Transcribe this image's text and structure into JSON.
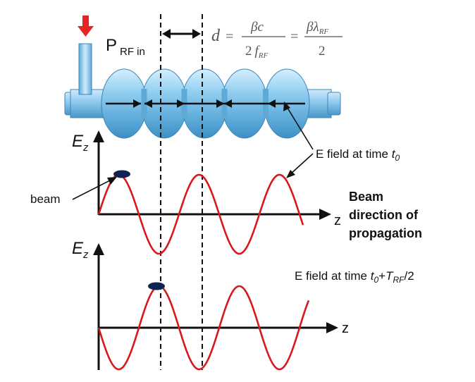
{
  "labels": {
    "power_main": "P",
    "power_sub": "RF in",
    "d_formula": {
      "d": "d",
      "eq1": "=",
      "num1": "βc",
      "den1_coef": "2",
      "den1_f": "f",
      "den1_sub": "RF",
      "eq2": "=",
      "num2": "βλ",
      "num2_sub": "RF",
      "den2": "2"
    },
    "axis_top_E": "E",
    "axis_top_sub": "z",
    "axis_bottom_E": "E",
    "axis_bottom_sub": "z",
    "z_top": "z",
    "z_bottom": "z",
    "beam": "beam",
    "efield_t0_prefix": "E field at time ",
    "efield_t0_t": "t",
    "efield_t0_sub": "0",
    "beam_dir_line1": "Beam",
    "beam_dir_line2": "direction of",
    "beam_dir_line3": "propagation",
    "efield_t1_prefix": "E field at time ",
    "efield_t1_t": "t",
    "efield_t1_sub0": "0",
    "efield_t1_plus": "+",
    "efield_t1_T": "T",
    "efield_t1_subRF": "RF",
    "efield_t1_suffix": "/2"
  },
  "colors": {
    "cavity_fill": "#8cc8ec",
    "cavity_stroke": "#3c86b6",
    "wave": "#d7191c",
    "beam": "#0e2354",
    "arrow_red": "#e52521",
    "ink": "#111111",
    "math_gray": "#555555"
  },
  "icons": {
    "rf_input": "down-arrow-icon"
  }
}
